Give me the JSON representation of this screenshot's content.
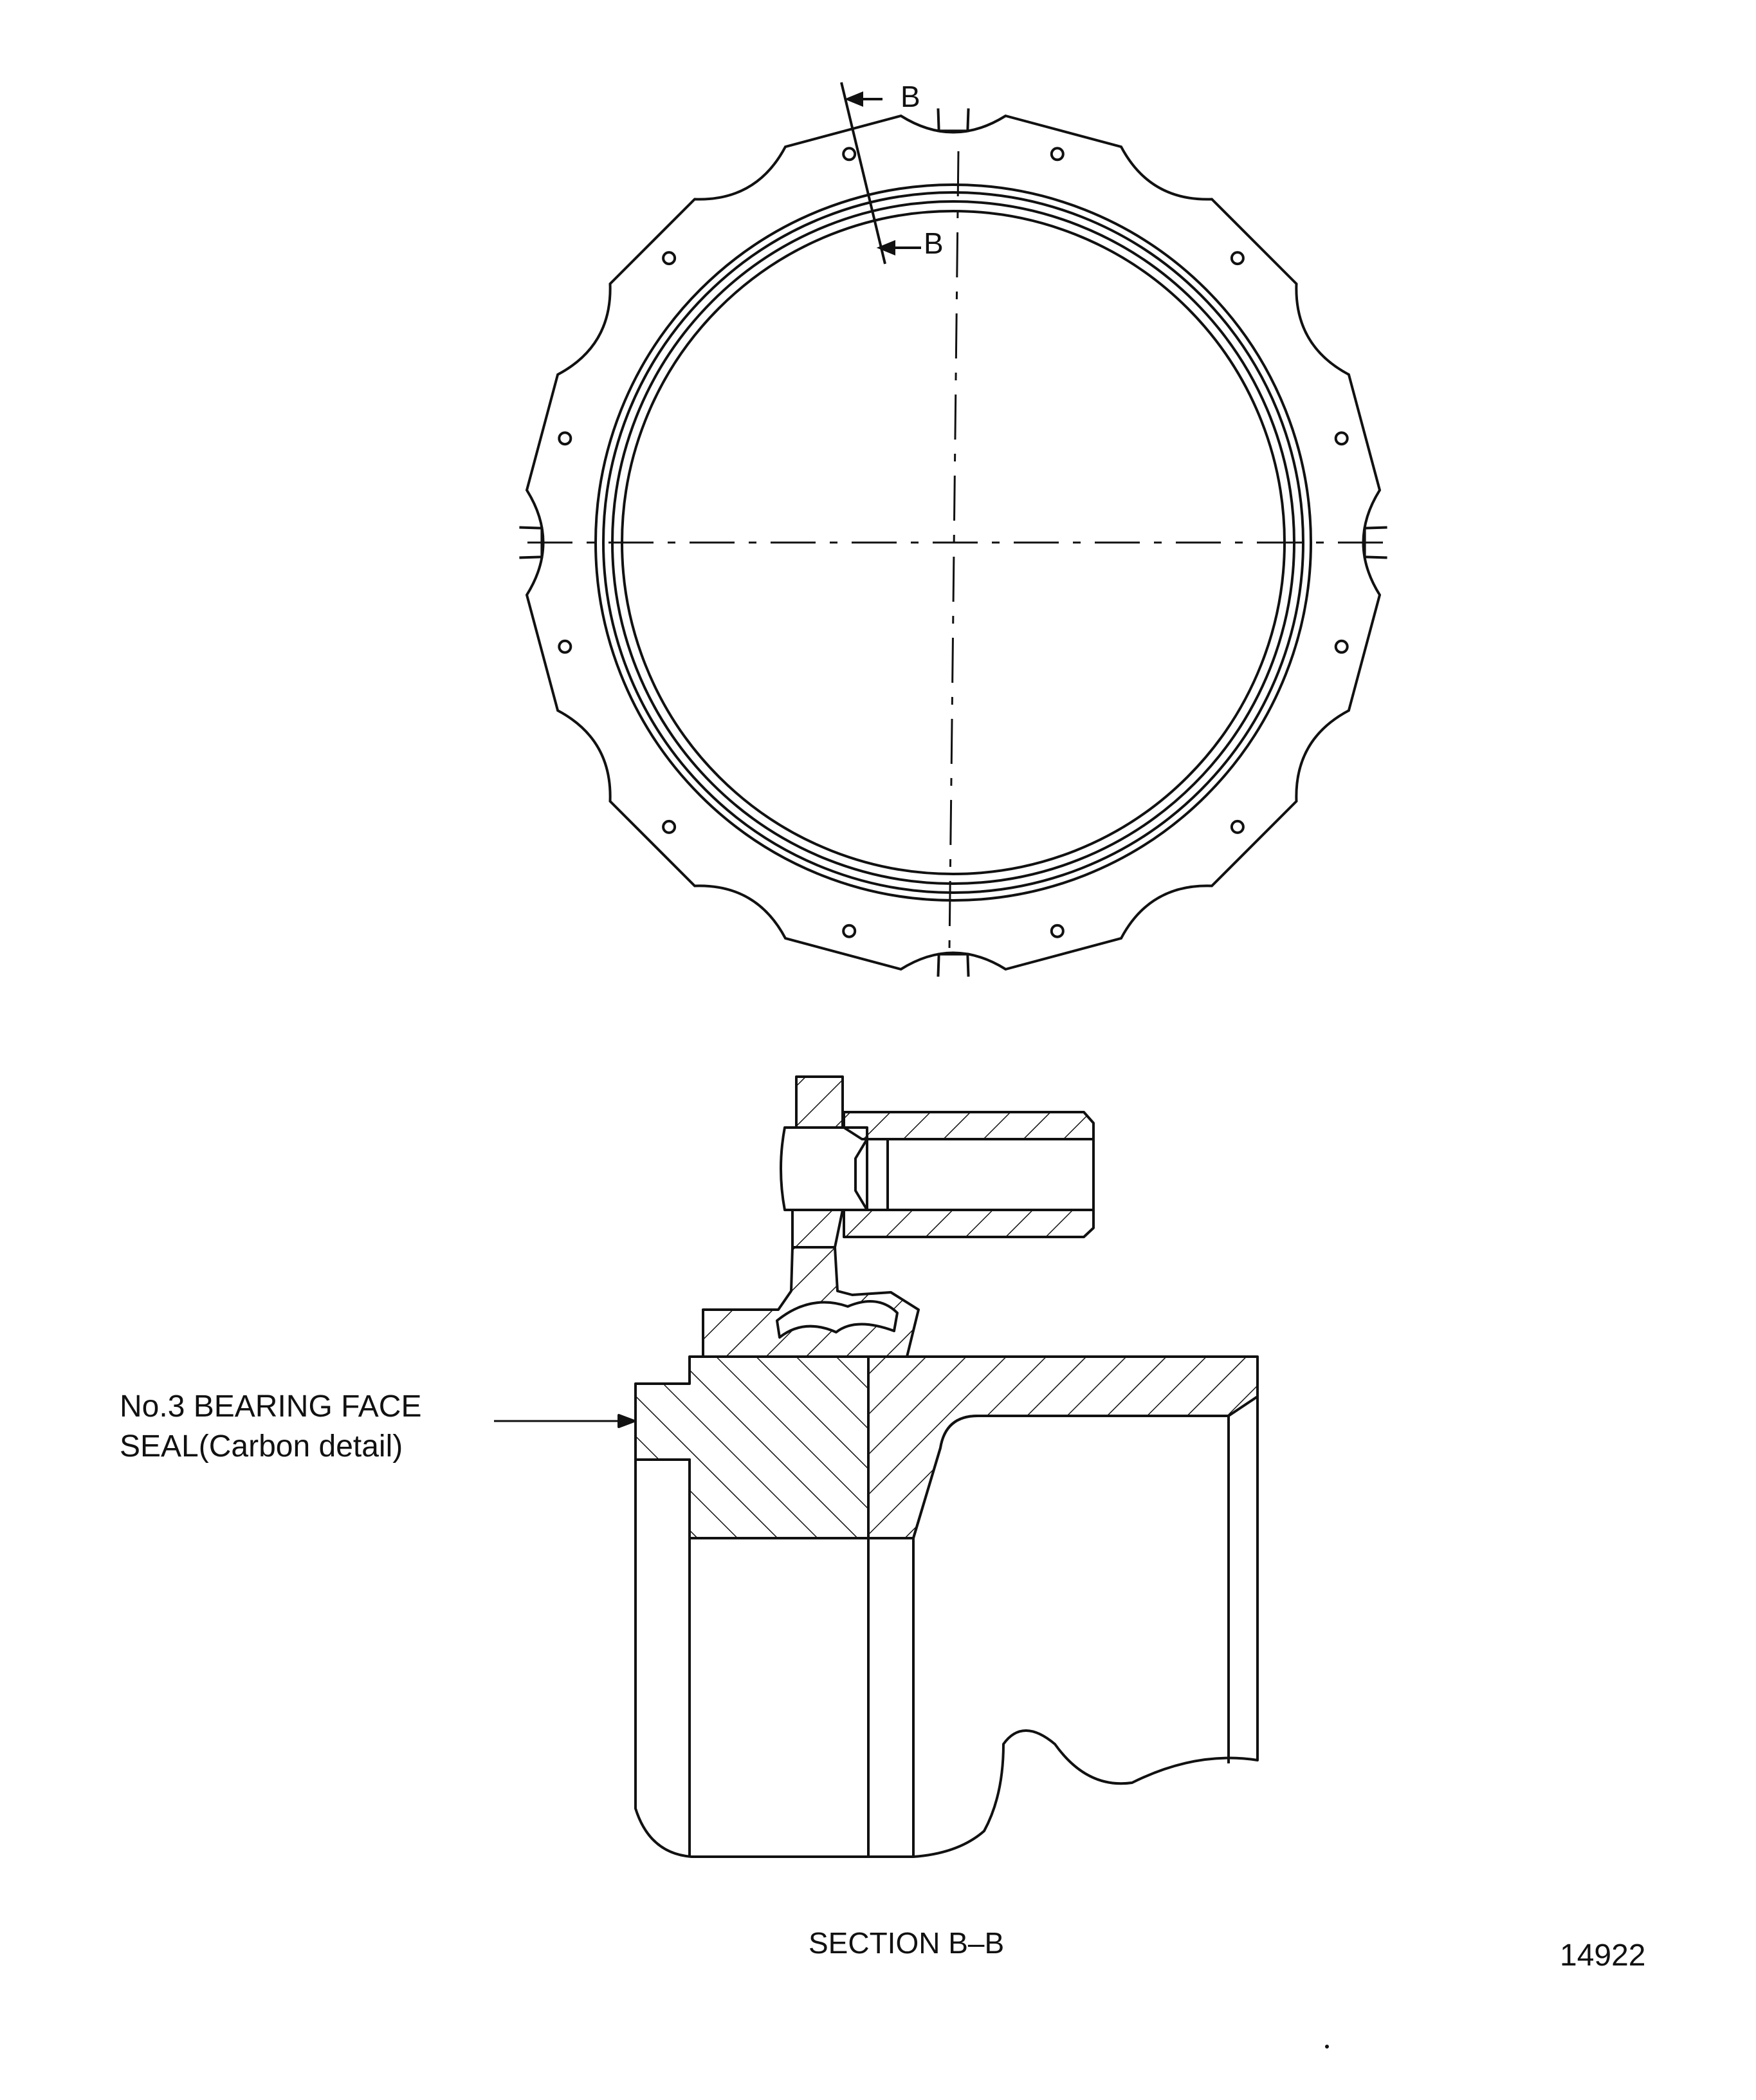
{
  "labels": {
    "section_marker_top": "B",
    "section_marker_bottom": "B",
    "seal_callout_line1": "No.3 BEARING FACE",
    "seal_callout_line2": "SEAL(Carbon detail)",
    "section_caption": "SECTION B–B",
    "figure_number": "14922"
  },
  "views": [
    "ring-top-view",
    "section-b-b"
  ],
  "colors": {
    "line": "#111111",
    "background": "#ffffff"
  }
}
